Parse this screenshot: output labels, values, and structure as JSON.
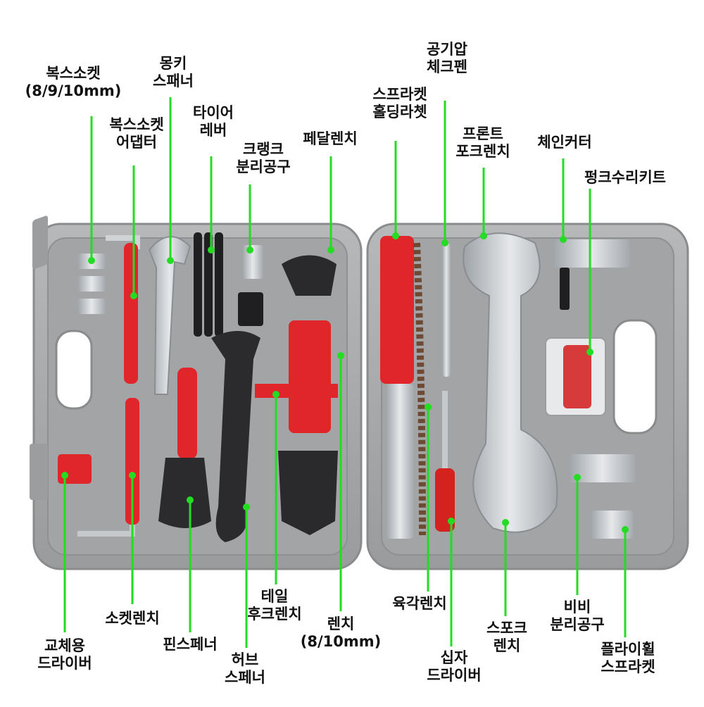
{
  "labels": [
    {
      "id": "socket-set",
      "lines": [
        "복스소켓",
        "(8/9/10mm)"
      ]
    },
    {
      "id": "monkey-spanner",
      "lines": [
        "몽키",
        "스패너"
      ]
    },
    {
      "id": "socket-adapter",
      "lines": [
        "복스소켓",
        "어댑터"
      ]
    },
    {
      "id": "tire-lever",
      "lines": [
        "타이어",
        "레버"
      ]
    },
    {
      "id": "crank-puller",
      "lines": [
        "크랭크",
        "분리공구"
      ]
    },
    {
      "id": "pedal-wrench",
      "lines": [
        "페달렌치"
      ]
    },
    {
      "id": "sprocket-chain-whip",
      "lines": [
        "스프라켓",
        "홀딩라쳇"
      ]
    },
    {
      "id": "air-pressure-pen",
      "lines": [
        "공기압",
        "체크펜"
      ]
    },
    {
      "id": "front-fork-wrench",
      "lines": [
        "프론트",
        "포크렌치"
      ]
    },
    {
      "id": "chain-cutter",
      "lines": [
        "체인커터"
      ]
    },
    {
      "id": "puncture-kit",
      "lines": [
        "펑크수리키트"
      ]
    },
    {
      "id": "bit-driver",
      "lines": [
        "교체용",
        "드라이버"
      ]
    },
    {
      "id": "socket-wrench",
      "lines": [
        "소켓렌치"
      ]
    },
    {
      "id": "pin-spanner",
      "lines": [
        "핀스페너"
      ]
    },
    {
      "id": "hub-spanner",
      "lines": [
        "허브",
        "스페너"
      ]
    },
    {
      "id": "tail-hook-wrench",
      "lines": [
        "테일",
        "후크렌치"
      ]
    },
    {
      "id": "wrench-8-10",
      "lines": [
        "렌치",
        "(8/10mm)"
      ]
    },
    {
      "id": "hex-wrench",
      "lines": [
        "육각렌치"
      ]
    },
    {
      "id": "cross-screwdriver",
      "lines": [
        "십자",
        "드라이버"
      ]
    },
    {
      "id": "spoke-wrench",
      "lines": [
        "스포크",
        "렌치"
      ]
    },
    {
      "id": "bb-tool",
      "lines": [
        "비비",
        "분리공구"
      ]
    },
    {
      "id": "freewheel-remover",
      "lines": [
        "플라이휠",
        "스프라켓"
      ]
    }
  ],
  "colors": {
    "leader_line": "#22dd22",
    "case_gray": "#a9aaac",
    "tool_red": "#e0252b",
    "steel": "#c9cccf"
  }
}
